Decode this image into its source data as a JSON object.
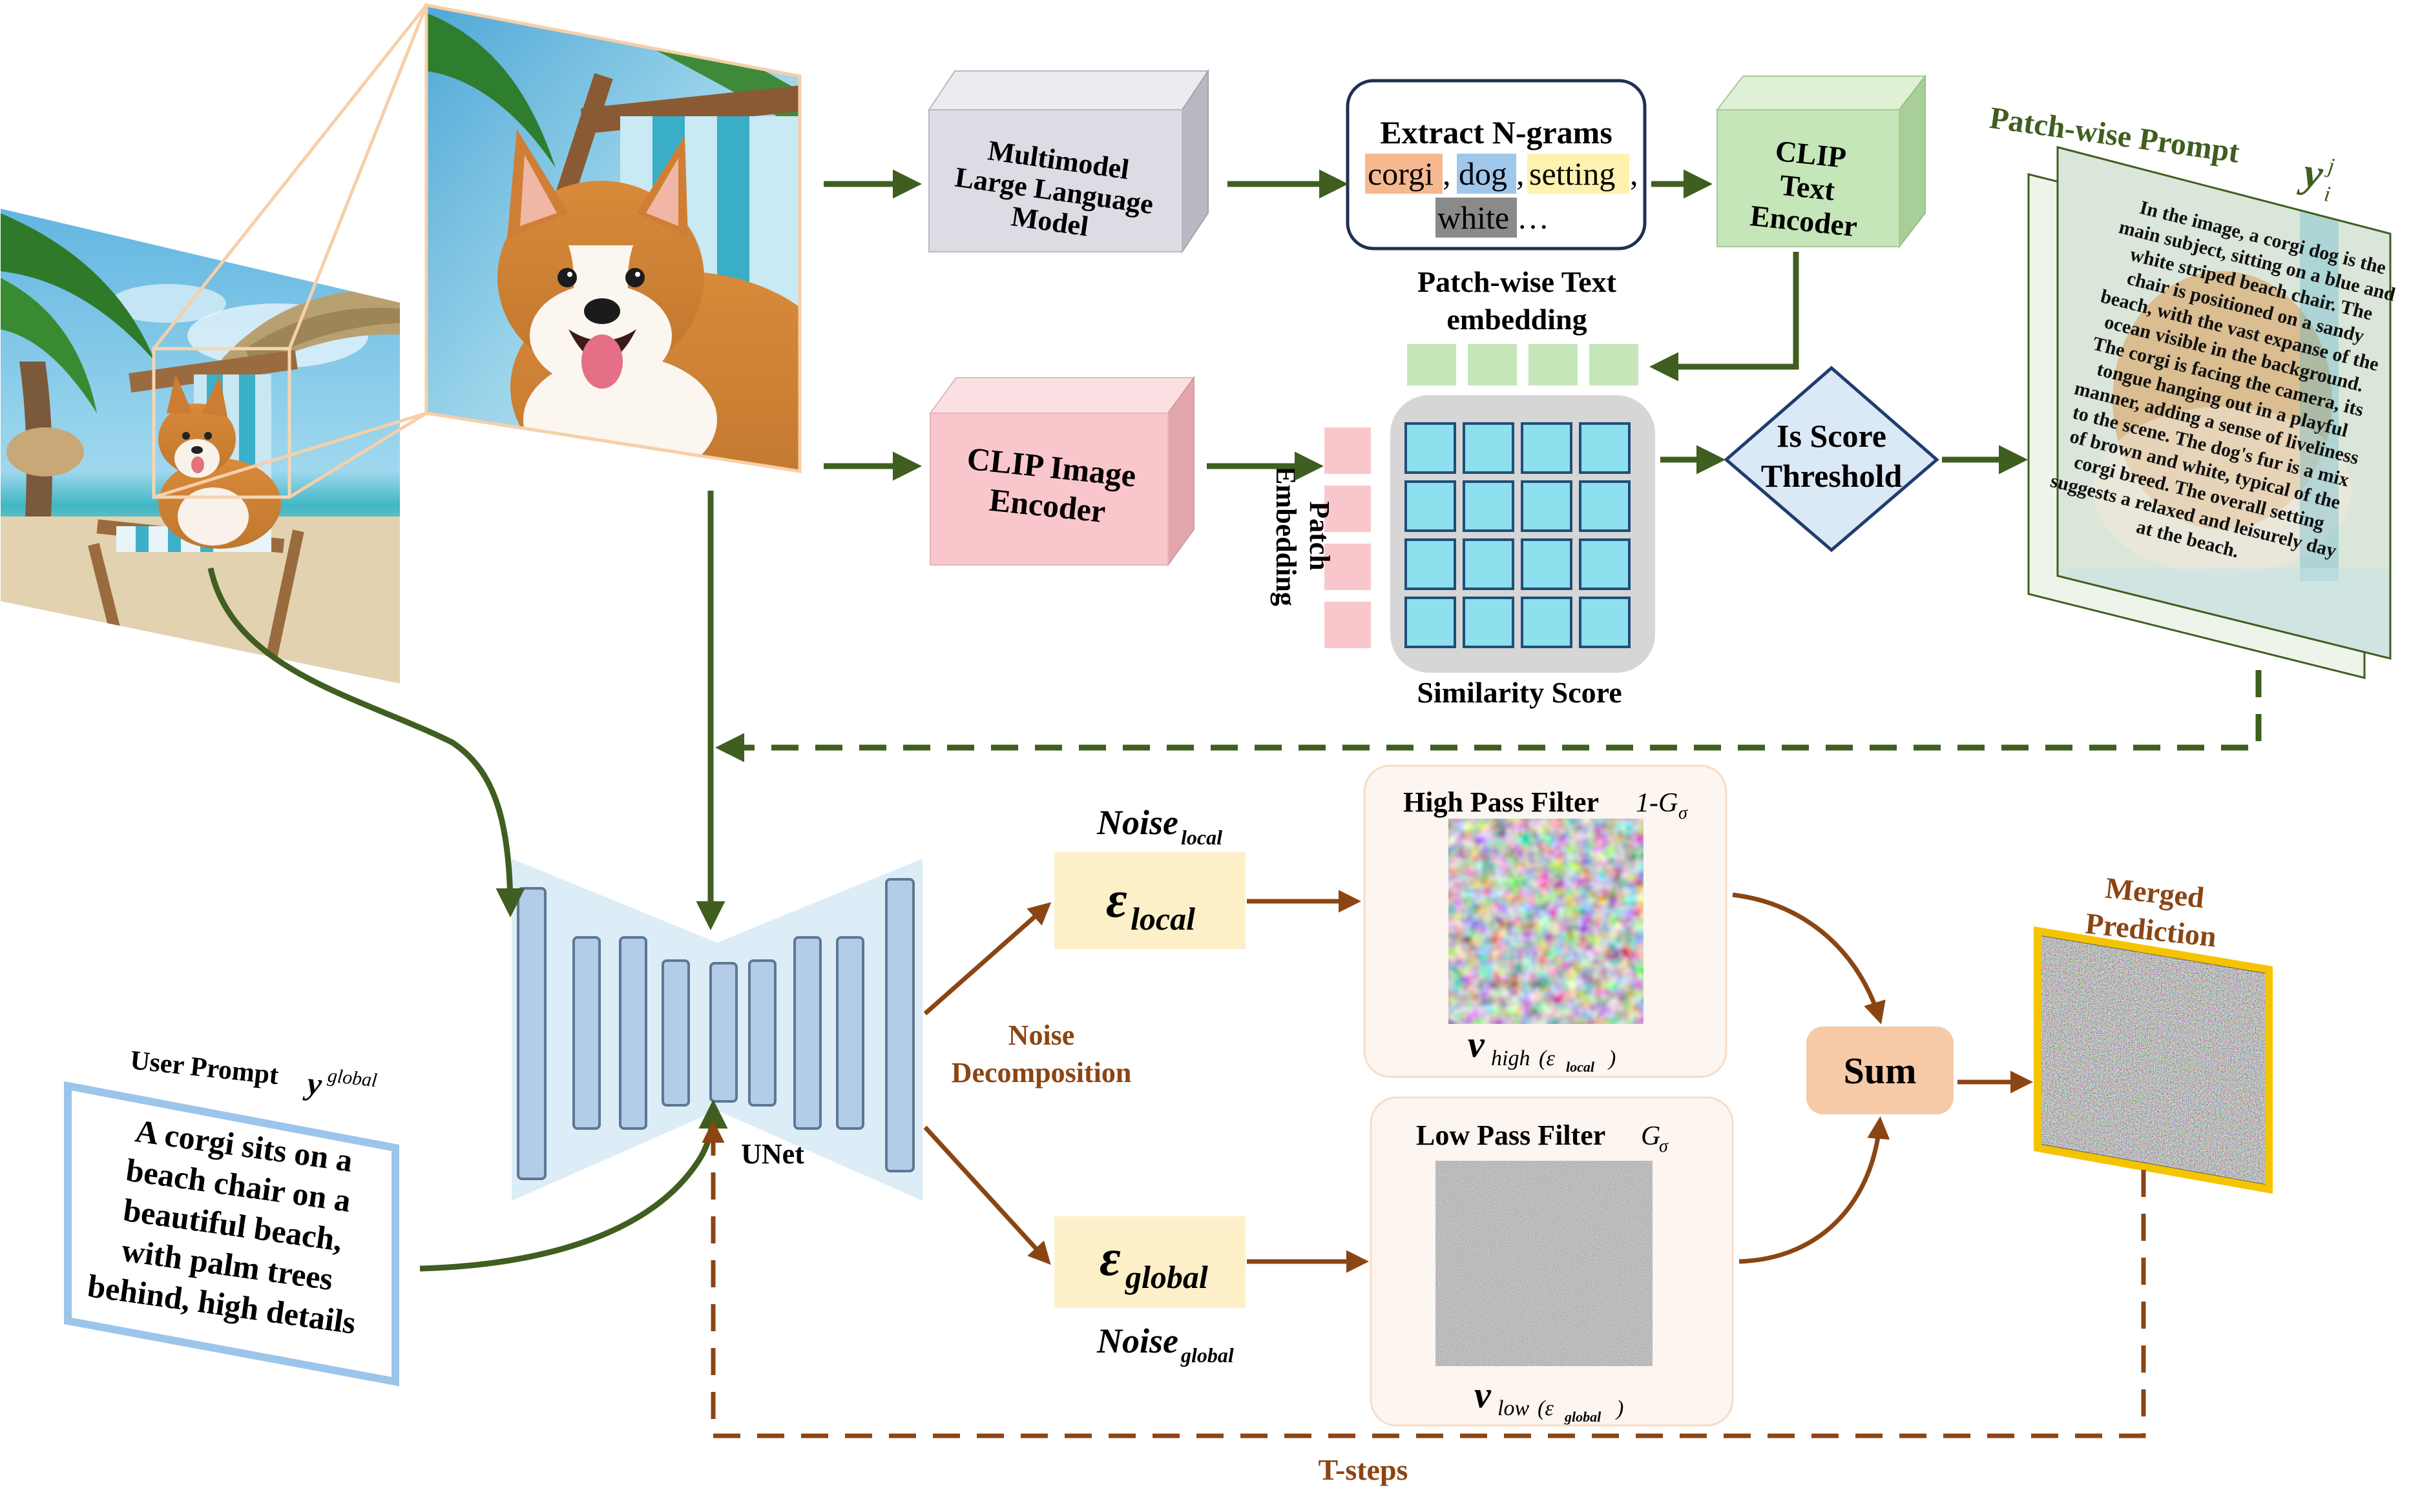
{
  "colors": {
    "green_arrow": "#3f5e1f",
    "brown_arrow": "#8b4513",
    "cell_fill": "#8ee0ee",
    "cell_stroke": "#1f4e79",
    "unet_fill": "#b3cde8",
    "patch_pink": "#f9c7cb",
    "text_green": "#c5e6b8",
    "eps_fill": "#fdf0c8",
    "sum_fill": "#f6caa6",
    "merged_border": "#f5c400",
    "user_prompt_border": "#9cc5ea",
    "diamond_fill": "#dbe8f6",
    "diamond_stroke": "#1f3e6e"
  },
  "mllm": {
    "line1": "Multimodel",
    "line2": "Large Language",
    "line3": "Model"
  },
  "ngrams": {
    "title": "Extract N-grams",
    "w1": "corgi",
    "c1": ",",
    "w2": "dog",
    "c2": ",",
    "w3": "setting",
    "c3": ",",
    "w4": "white",
    "ellipsis": "…"
  },
  "clip_text": {
    "line1": "CLIP",
    "line2": "Text",
    "line3": "Encoder"
  },
  "clip_image": {
    "line1": "CLIP Image",
    "line2": "Encoder"
  },
  "patch_text_embedding": {
    "line1": "Patch-wise Text",
    "line2": "embedding"
  },
  "patch_embedding": {
    "line1": "Patch",
    "line2": "Embedding"
  },
  "similarity_score": "Similarity Score",
  "threshold": {
    "line1": "Is Score",
    "line2": "Threshold"
  },
  "patch_prompt": {
    "title": "Patch-wise Prompt",
    "symbol": "y",
    "sub": "i",
    "sup": "j",
    "text_lines": [
      "In the image, a corgi dog is the",
      "main subject, sitting on a blue and",
      "white striped beach chair. The",
      "chair is positioned on a sandy",
      "beach, with the vast expanse of the",
      "ocean visible in the background.",
      "The corgi is facing the camera, its",
      "tongue hanging out in a playful",
      "manner, adding a sense of liveliness",
      "to the scene. The dog's fur is a mix",
      "of brown and white, typical of the",
      "corgi breed. The overall setting",
      "suggests a relaxed and leisurely day",
      "at the beach."
    ]
  },
  "unet_label": "UNet",
  "user_prompt": {
    "title": "User Prompt",
    "symbol": "y",
    "sup": "global",
    "lines": [
      "A corgi sits on a",
      "beach chair on a",
      "beautiful beach,",
      "with palm trees",
      "behind, high details"
    ]
  },
  "noise_local": {
    "main": "Noise",
    "sub": "local"
  },
  "noise_global": {
    "main": "Noise",
    "sub": "global"
  },
  "eps_local": {
    "symbol": "ε",
    "sub": "local"
  },
  "eps_global": {
    "symbol": "ε",
    "sub": "global"
  },
  "noise_decomposition": {
    "line1": "Noise",
    "line2": "Decomposition"
  },
  "high_pass": {
    "title": "High Pass Filter",
    "formula": "1-G",
    "sigma": "σ",
    "v": "v",
    "v_sub": "high",
    "open": "(ε",
    "inner_sub": "local",
    "close": ")"
  },
  "low_pass": {
    "title": "Low Pass Filter",
    "formula": "G",
    "sigma": "σ",
    "v": "v",
    "v_sub": "low",
    "open": "(ε",
    "inner_sub": "global",
    "close": ")"
  },
  "sum": "Sum",
  "merged": {
    "line1": "Merged",
    "line2": "Prediction"
  },
  "t_steps": "T-steps"
}
